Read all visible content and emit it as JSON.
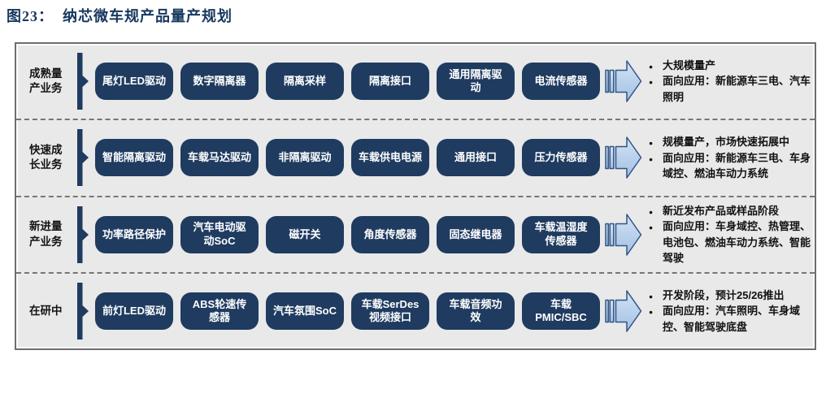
{
  "title": "图23：  纳芯微车规产品量产规划",
  "colors": {
    "title": "#17375e",
    "navy": "#1f3b60",
    "panel_bg": "#e9e9e9",
    "frame_border": "#6e6e6e",
    "dash": "#767676",
    "arrow_fill_top": "#d4e3f4",
    "arrow_fill_bottom": "#a2c0e4",
    "arrow_stroke": "#2f5486"
  },
  "rows": [
    {
      "category": "成熟量\n产业务",
      "products": [
        "尾灯LED驱动",
        "数字隔离器",
        "隔离采样",
        "隔离接口",
        "通用隔离驱\n动",
        "电流传感器"
      ],
      "notes": [
        "大规模量产",
        "面向应用：新能源车三电、汽车照明"
      ]
    },
    {
      "category": "快速成\n长业务",
      "products": [
        "智能隔离驱动",
        "车载马达驱动",
        "非隔离驱动",
        "车载供电电源",
        "通用接口",
        "压力传感器"
      ],
      "notes": [
        "规模量产，市场快速拓展中",
        "面向应用：新能源车三电、车身域控、燃油车动力系统"
      ]
    },
    {
      "category": "新进量\n产业务",
      "products": [
        "功率路径保护",
        "汽车电动驱\n动SoC",
        "磁开关",
        "角度传感器",
        "固态继电器",
        "车载温湿度\n传感器"
      ],
      "notes": [
        "新近发布产品或样品阶段",
        "面向应用：车身域控、热管理、电池包、燃油车动力系统、智能驾驶"
      ]
    },
    {
      "category": "在研中",
      "products": [
        "前灯LED驱动",
        "ABS轮速传\n感器",
        "汽车氛围SoC",
        "车载SerDes\n视频接口",
        "车载音频功\n效",
        "车载\nPMIC/SBC"
      ],
      "notes": [
        "开发阶段，预计25/26推出",
        "面向应用：汽车照明、车身域控、智能驾驶底盘"
      ]
    }
  ]
}
